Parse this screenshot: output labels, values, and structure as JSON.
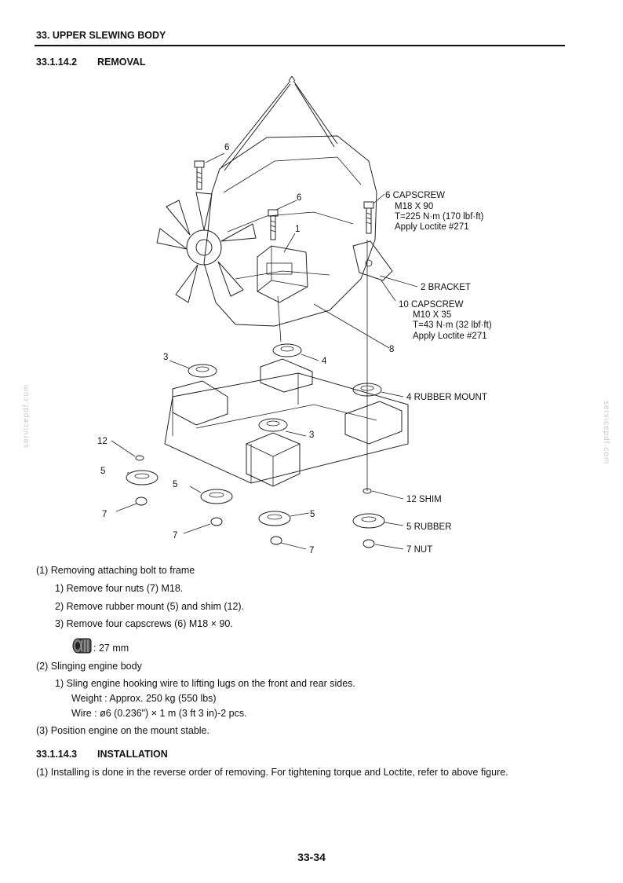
{
  "header": {
    "chapter": "33. UPPER SLEWING BODY"
  },
  "removal": {
    "number": "33.1.14.2",
    "title": "REMOVAL"
  },
  "figure": {
    "label_6a": "6",
    "label_6b": "6",
    "label_1": "1",
    "label_3a": "3",
    "label_4": "4",
    "label_8": "8",
    "label_12": "12",
    "label_5a": "5",
    "label_5b": "5",
    "label_7a": "7",
    "label_7b": "7",
    "label_3b": "3",
    "label_5c": "5",
    "label_7c": "7",
    "callouts": [
      "6 CAPSCREW",
      "M18 X 90",
      "T=225 N·m (170 lbf·ft)",
      "Apply Loctite #271",
      "2 BRACKET",
      "10 CAPSCREW",
      "M10 X 35",
      "T=43 N·m (32 lbf·ft)",
      "Apply Loctite #271",
      "4 RUBBER MOUNT",
      "12 SHIM",
      "5 RUBBER",
      "7 NUT"
    ]
  },
  "steps": {
    "s1": "(1)  Removing attaching bolt to frame",
    "s1_1": "1)   Remove four nuts (7) M18.",
    "s1_2": "2)   Remove rubber mount (5) and shim (12).",
    "s1_3": "3)   Remove four capscrews (6) M18 × 90.",
    "socket_size": ": 27 mm",
    "s2": "(2)  Slinging engine body",
    "s2_1": "1)   Sling engine hooking wire to lifting lugs on the front and rear sides.",
    "s2_1_weight": "Weight : Approx. 250 kg (550 lbs)",
    "s2_1_wire": "Wire : ø6 (0.236\") × 1 m (3 ft 3 in)-2 pcs.",
    "s3": "(3)  Position engine on the mount stable."
  },
  "installation": {
    "number": "33.1.14.3",
    "title": "INSTALLATION",
    "s1": "(1)  Installing is done in the reverse order of removing. For tightening torque and Loctite, refer to above figure."
  },
  "watermark": "servicepdf.com",
  "page_number": "33-34"
}
